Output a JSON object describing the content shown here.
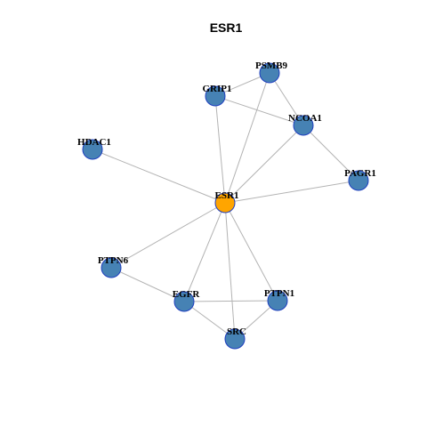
{
  "title": "ESR1",
  "colors": {
    "background": "#ffffff",
    "node_default": "#4682b4",
    "node_focus": "#ffa500",
    "node_border": "#1f3fbf",
    "node_focus_border": "#8b1a1a",
    "edge": "#b3b3b3"
  },
  "network": {
    "focus_node": "ESR1",
    "nodes": [
      "ESR1",
      "PSMB9",
      "GRIP1",
      "NCOA1",
      "HDAC1",
      "PAGR1",
      "PTPN6",
      "EGFR",
      "PTPN1",
      "SRC"
    ],
    "edges": [
      [
        "PSMB9",
        "GRIP1"
      ],
      [
        "PSMB9",
        "NCOA1"
      ],
      [
        "PSMB9",
        "ESR1"
      ],
      [
        "GRIP1",
        "NCOA1"
      ],
      [
        "GRIP1",
        "ESR1"
      ],
      [
        "NCOA1",
        "ESR1"
      ],
      [
        "NCOA1",
        "PAGR1"
      ],
      [
        "HDAC1",
        "ESR1"
      ],
      [
        "PAGR1",
        "ESR1"
      ],
      [
        "ESR1",
        "PTPN6"
      ],
      [
        "ESR1",
        "EGFR"
      ],
      [
        "ESR1",
        "PTPN1"
      ],
      [
        "ESR1",
        "SRC"
      ],
      [
        "PTPN6",
        "EGFR"
      ],
      [
        "EGFR",
        "PTPN1"
      ],
      [
        "EGFR",
        "SRC"
      ],
      [
        "PTPN1",
        "SRC"
      ]
    ]
  }
}
